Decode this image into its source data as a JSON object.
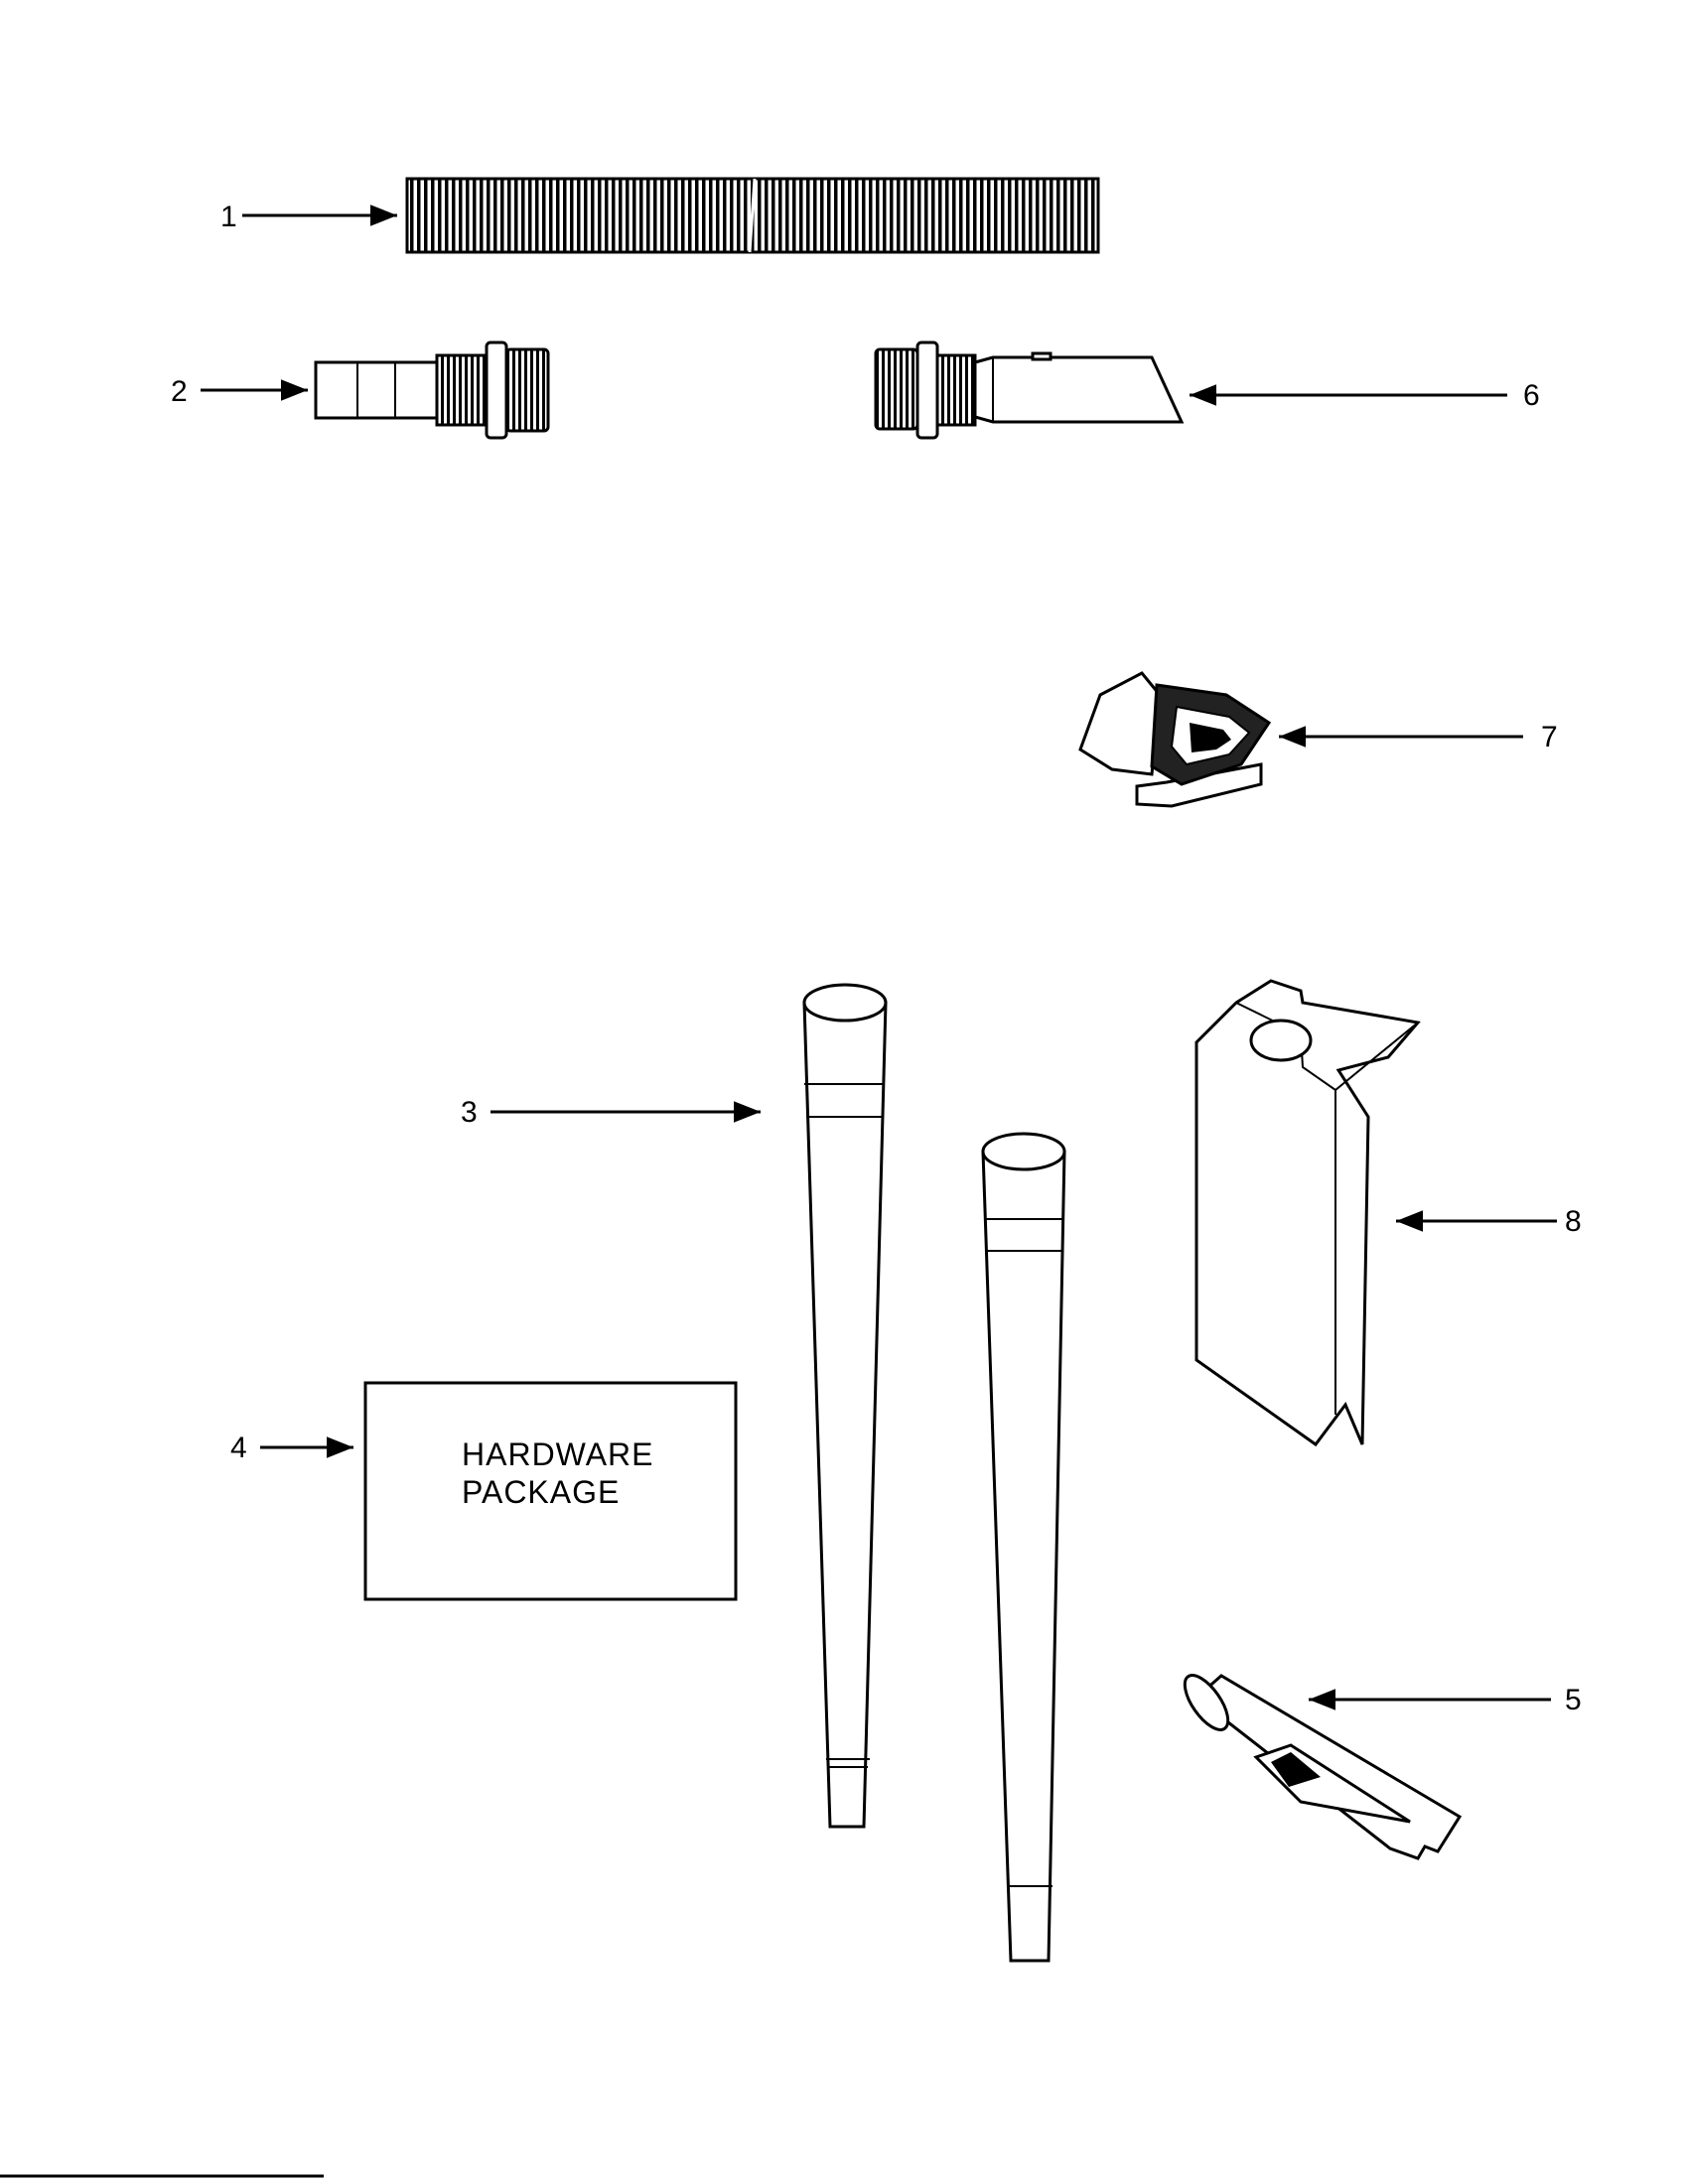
{
  "callouts": [
    {
      "id": "1",
      "label": "1"
    },
    {
      "id": "2",
      "label": "2"
    },
    {
      "id": "3",
      "label": "3"
    },
    {
      "id": "4",
      "label": "4"
    },
    {
      "id": "5",
      "label": "5"
    },
    {
      "id": "6",
      "label": "6"
    },
    {
      "id": "7",
      "label": "7"
    },
    {
      "id": "8",
      "label": "8"
    }
  ],
  "hardware_package": {
    "line1": "HARDWARE",
    "line2": "PACKAGE"
  }
}
